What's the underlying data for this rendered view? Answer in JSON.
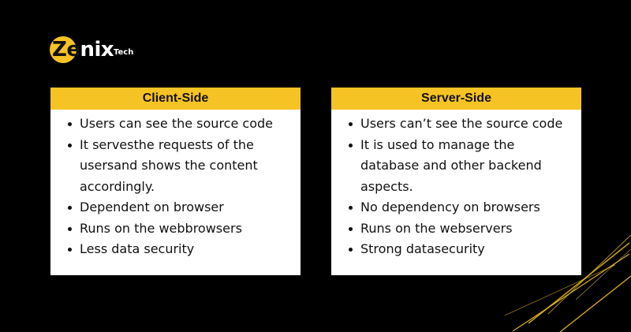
{
  "logo": {
    "word_initial": "Ze",
    "word_rest": "nix",
    "sub": "Tech"
  },
  "client": {
    "title": "Client-Side",
    "items": [
      "Users can see the source code",
      "It servesthe requests of the usersand shows the content accordingly.",
      "Dependent on browser",
      "Runs on the webbrowsers",
      "Less data security"
    ]
  },
  "server": {
    "title": "Server-Side",
    "items": [
      "Users can’t see the source code",
      "It is used to manage the database and other backend aspects.",
      "No dependency on browsers",
      "Runs on the webservers",
      "Strong datasecurity"
    ]
  },
  "colors": {
    "accent": "#f6c324",
    "background": "#000000",
    "panel": "#ffffff"
  }
}
